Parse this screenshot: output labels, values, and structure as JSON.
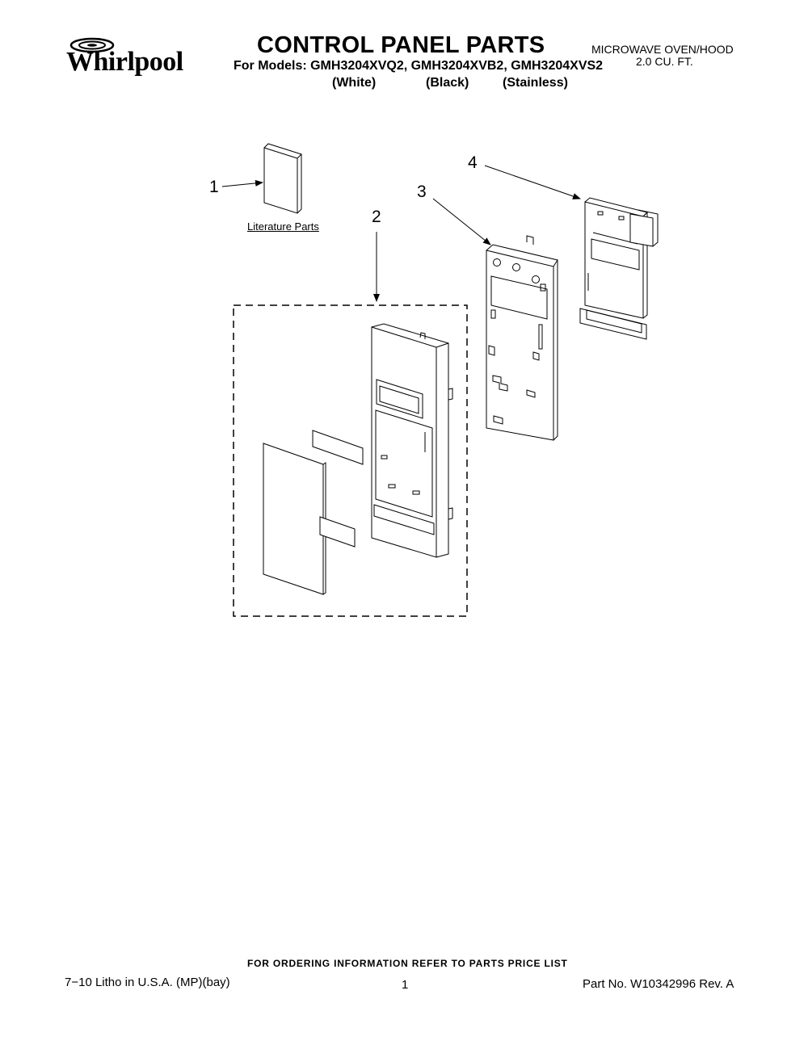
{
  "header": {
    "brand": "Whirlpool",
    "title": "CONTROL PANEL PARTS",
    "models_line": "For Models: GMH3204XVQ2, GMH3204XVB2, GMH3204XVS2",
    "variants": [
      "(White)",
      "(Black)",
      "(Stainless)"
    ],
    "product": "MICROWAVE OVEN/HOOD",
    "capacity": "2.0 CU. FT."
  },
  "diagram": {
    "callouts": [
      "1",
      "2",
      "3",
      "4"
    ],
    "literature_label": "Literature Parts"
  },
  "footer": {
    "ordering_note": "FOR ORDERING INFORMATION REFER TO PARTS PRICE LIST",
    "litho": "7−10 Litho in U.S.A. (MP)(bay)",
    "page_number": "1",
    "part_number": "Part No. W10342996 Rev. A"
  }
}
